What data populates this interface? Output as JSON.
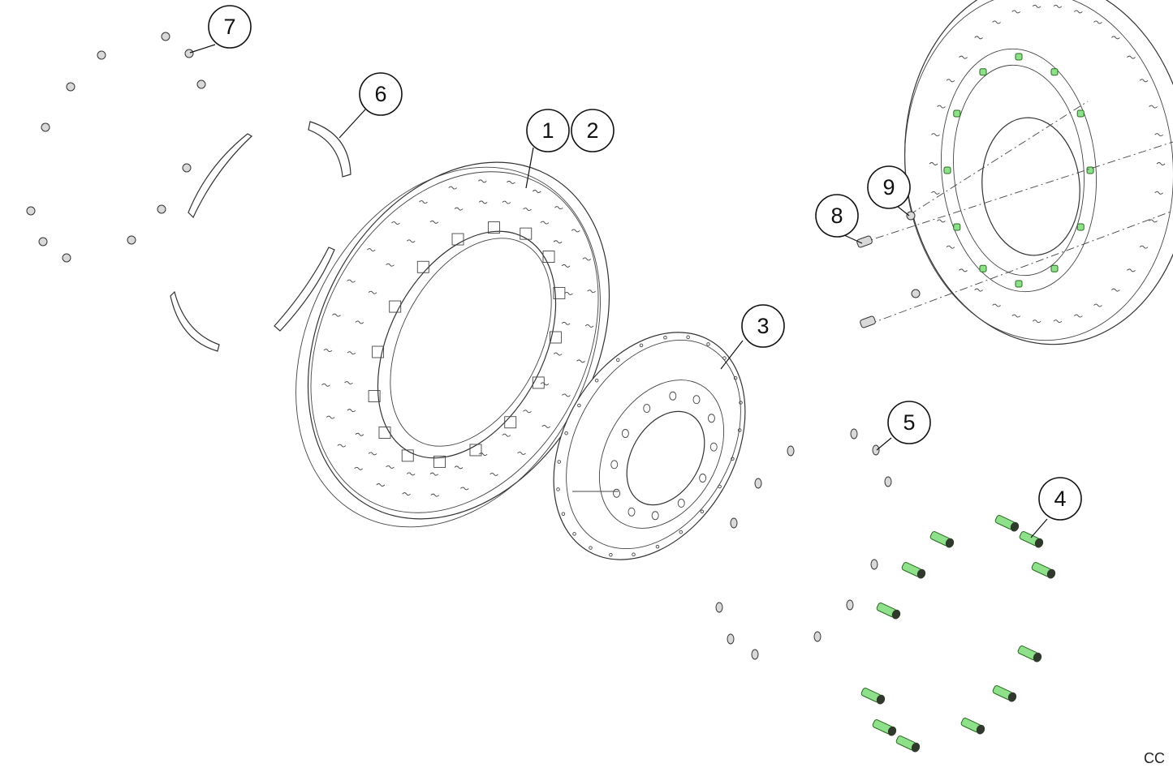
{
  "callouts": {
    "c1": "1",
    "c2": "2",
    "c3": "3",
    "c4": "4",
    "c5": "5",
    "c6": "6",
    "c7": "7",
    "c8": "8",
    "c9": "9"
  },
  "corner_label": "CC",
  "colors": {
    "bolt_green": "#8fe08a",
    "line": "#333333",
    "background": "#ffffff"
  }
}
